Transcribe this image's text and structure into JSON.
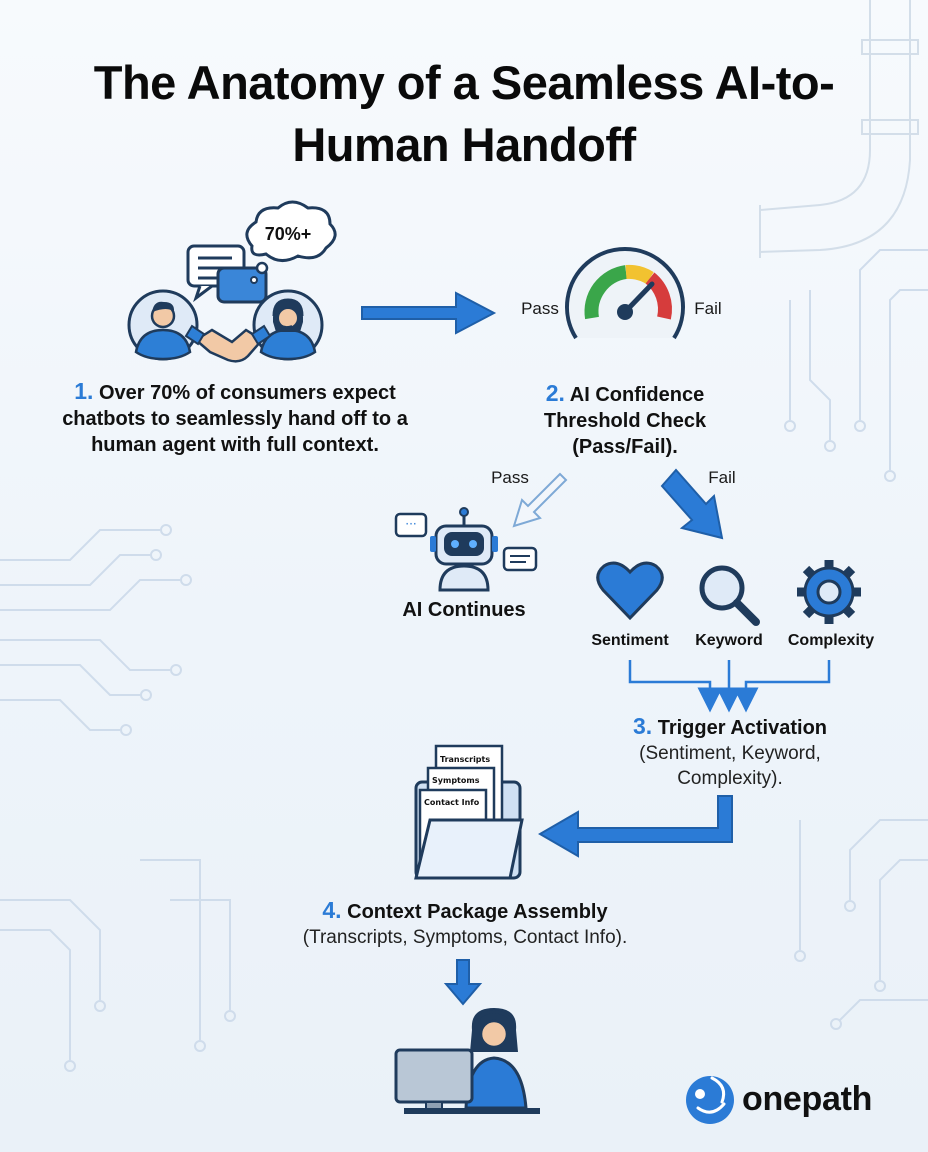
{
  "title": "The Anatomy of a Seamless AI-to-Human Handoff",
  "bubble_stat": "70%+",
  "steps": [
    {
      "number": "1.",
      "text": "Over 70% of consumers expect chatbots to seamlessly hand off to a human agent with full context."
    },
    {
      "number": "2.",
      "text": "AI Confidence Threshold Check (Pass/Fail)."
    },
    {
      "number": "3.",
      "title": "Trigger Activation",
      "detail": "(Sentiment, Keyword, Complexity)."
    },
    {
      "number": "4.",
      "title": "Context Package Assembly",
      "detail": "(Transcripts, Symptoms, Contact Info)."
    }
  ],
  "gauge": {
    "pass_label": "Pass",
    "fail_label": "Fail"
  },
  "branches": {
    "pass_label": "Pass",
    "fail_label": "Fail",
    "ai_continues": "AI Continues"
  },
  "triggers": [
    {
      "label": "Sentiment",
      "icon": "heart-icon"
    },
    {
      "label": "Keyword",
      "icon": "magnifier-icon"
    },
    {
      "label": "Complexity",
      "icon": "gear-icon"
    }
  ],
  "documents": [
    "Transcripts",
    "Symptoms",
    "Contact Info"
  ],
  "brand": {
    "name": "onepath",
    "icon": "onepath-logo-icon"
  },
  "colors": {
    "accent": "#2b7bd6",
    "dark_blue": "#1f5fa8",
    "gauge_green": "#3aa64a",
    "gauge_red": "#d63c3c"
  }
}
